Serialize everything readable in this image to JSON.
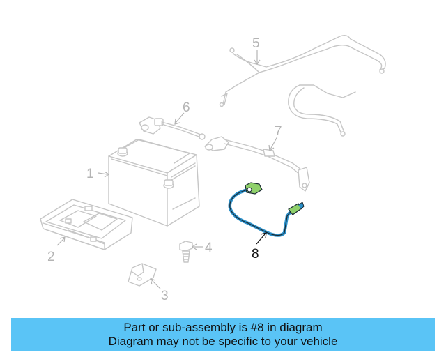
{
  "diagram": {
    "callouts": {
      "c1": "1",
      "c2": "2",
      "c3": "3",
      "c4": "4",
      "c5": "5",
      "c6": "6",
      "c7": "7",
      "c8": "8"
    },
    "highlight_color": "#2a8fc9",
    "highlighted_part": "8"
  },
  "banner": {
    "line1": "Part or sub-assembly is #8 in diagram",
    "line2": "Diagram may not be specific to your vehicle",
    "background": "#5ac4f6"
  }
}
